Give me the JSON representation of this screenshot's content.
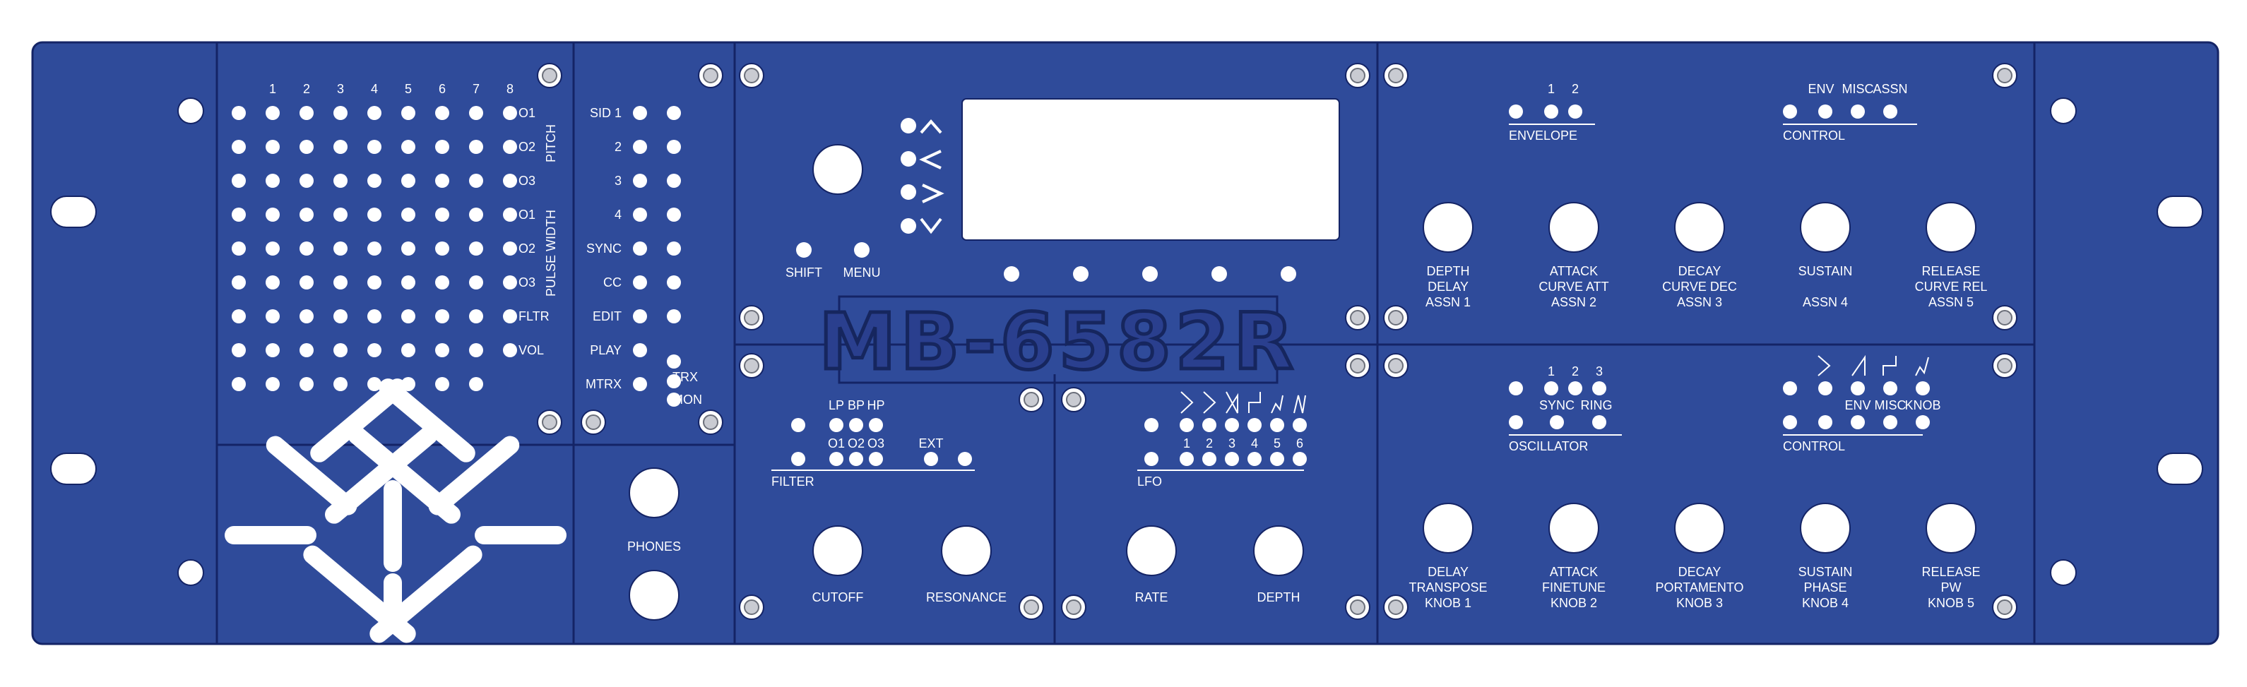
{
  "panel": {
    "title": "MB-6582R",
    "colors": {
      "panel": "#2f4b9a",
      "line": "#142466",
      "led": "#ffffff"
    }
  },
  "matrix": {
    "col_numbers": [
      "1",
      "2",
      "3",
      "4",
      "5",
      "6",
      "7",
      "8"
    ],
    "row_labels": [
      "O1",
      "O2",
      "O3",
      "O1",
      "O2",
      "O3",
      "FLTR",
      "VOL"
    ],
    "group_pitch": "PITCH",
    "group_pw": "PULSE WIDTH"
  },
  "sid_select": {
    "labels": [
      "SID 1",
      "2",
      "3",
      "4",
      "SYNC",
      "CC",
      "EDIT",
      "PLAY",
      "MTRX"
    ],
    "trx": "TRX",
    "mon": "MON"
  },
  "phones": "PHONES",
  "display": {
    "shift": "SHIFT",
    "menu": "MENU",
    "nav_glyphs": [
      "^",
      "<",
      ">",
      "v"
    ]
  },
  "filter": {
    "types": [
      "LP",
      "BP",
      "HP"
    ],
    "osc": [
      "O1",
      "O2",
      "O3"
    ],
    "ext": "EXT",
    "label": "FILTER",
    "knob_cutoff": "CUTOFF",
    "knob_resonance": "RESONANCE"
  },
  "lfo": {
    "numbers": [
      "1",
      "2",
      "3",
      "4",
      "5",
      "6"
    ],
    "label": "LFO",
    "knob_rate": "RATE",
    "knob_depth": "DEPTH"
  },
  "envelope": {
    "numbers": [
      "1",
      "2"
    ],
    "label": "ENVELOPE",
    "control_items": [
      "ENV",
      "MISC",
      "ASSN"
    ],
    "control_label": "CONTROL",
    "knobs": [
      [
        "DEPTH",
        "DELAY",
        "ASSN 1"
      ],
      [
        "ATTACK",
        "CURVE ATT",
        "ASSN 2"
      ],
      [
        "DECAY",
        "CURVE DEC",
        "ASSN 3"
      ],
      [
        "SUSTAIN",
        "",
        "ASSN 4"
      ],
      [
        "RELEASE",
        "CURVE REL",
        "ASSN 5"
      ]
    ]
  },
  "oscillator": {
    "numbers": [
      "1",
      "2",
      "3"
    ],
    "sync": "SYNC",
    "ring": "RING",
    "label": "OSCILLATOR",
    "control_items": [
      "ENV",
      "MISC",
      "KNOB"
    ],
    "control_label": "CONTROL",
    "knobs": [
      [
        "DELAY",
        "TRANSPOSE",
        "KNOB 1"
      ],
      [
        "ATTACK",
        "FINETUNE",
        "KNOB 2"
      ],
      [
        "DECAY",
        "PORTAMENTO",
        "KNOB 3"
      ],
      [
        "SUSTAIN",
        "PHASE",
        "KNOB 4"
      ],
      [
        "RELEASE",
        "PW",
        "KNOB 5"
      ]
    ]
  }
}
